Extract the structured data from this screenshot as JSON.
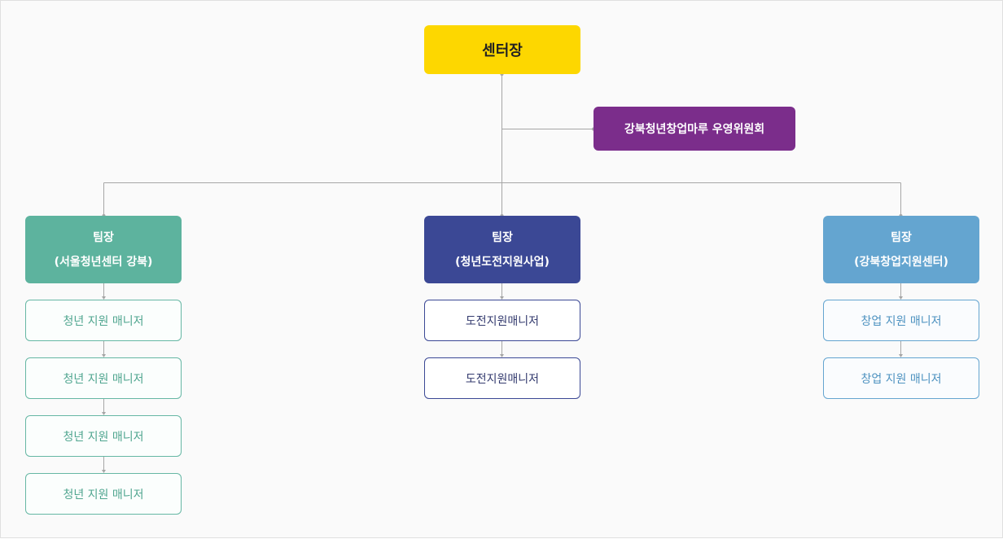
{
  "ceo": {
    "label": "센터장"
  },
  "committee": {
    "label": "강북청년창업마루 우영위원회"
  },
  "teams": [
    {
      "title": "팀장",
      "subtitle": "(서울청년센터 강북)",
      "members": [
        "청년 지원 매니저",
        "청년 지원 매니저",
        "청년 지원 매니저",
        "청년 지원 매니저"
      ]
    },
    {
      "title": "팀장",
      "subtitle": "(청년도전지원사업)",
      "members": [
        "도전지원매니저",
        "도전지원매니저"
      ]
    },
    {
      "title": "팀장",
      "subtitle": "(강북창업지원센터)",
      "members": [
        "창업 지원 매니저",
        "창업 지원 매니저"
      ]
    }
  ],
  "colors": {
    "ceo": "#fdd700",
    "committee": "#7b2d8b",
    "team_green": "#5db39e",
    "team_navy": "#3b4895",
    "team_blue": "#64a5d0",
    "connector": "#a6a6a6"
  }
}
